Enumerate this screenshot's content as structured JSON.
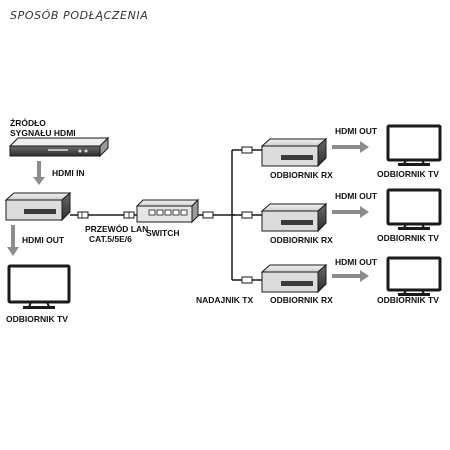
{
  "title": "SPOSÓB PODŁĄCZENIA",
  "labels": {
    "source_line1": "ŹRÓDŁO",
    "source_line2": "SYGNAŁU HDMI",
    "hdmi_in": "HDMI IN",
    "hdmi_out_local": "HDMI OUT",
    "tv_local": "ODBIORNIK TV",
    "cable_line1": "PRZEWÓD LAN",
    "cable_line2": "CAT.5/5E/6",
    "switch": "SWITCH",
    "transmitter": "NADAJNIK TX",
    "receivers": [
      {
        "label": "ODBIORNIK RX",
        "hdmi_out": "HDMI OUT",
        "tv": "ODBIORNIK TV"
      },
      {
        "label": "ODBIORNIK RX",
        "hdmi_out": "HDMI OUT",
        "tv": "ODBIORNIK TV"
      },
      {
        "label": "ODBIORNIK RX",
        "hdmi_out": "HDMI OUT",
        "tv": "ODBIORNIK TV"
      }
    ]
  },
  "colors": {
    "stroke": "#1a1a1a",
    "arrow": "#8c8c8c",
    "device_fill": "#d9d9d9",
    "device_dark": "#3a3a3a"
  }
}
